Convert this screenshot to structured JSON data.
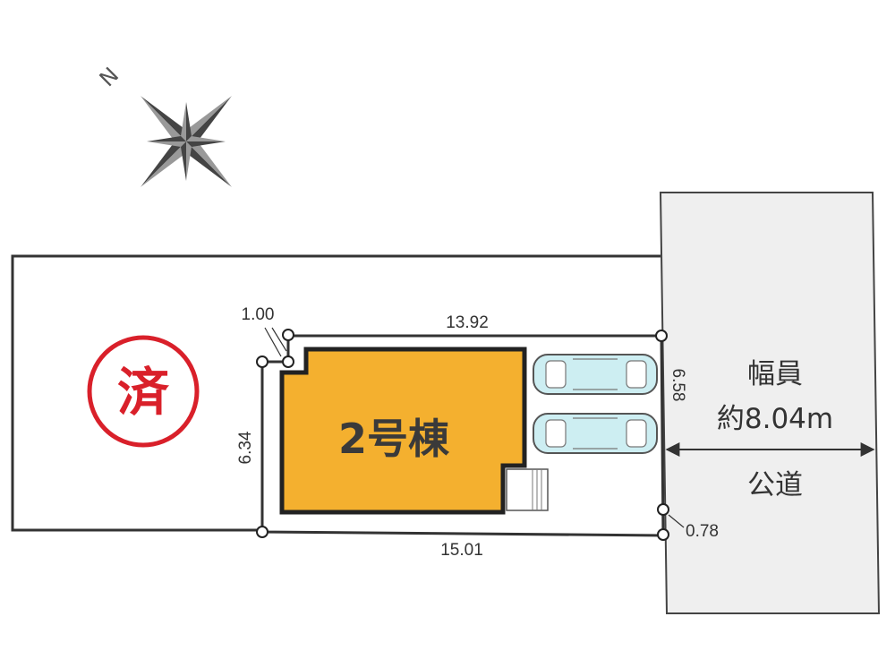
{
  "compass": {
    "north_label": "N"
  },
  "sold_stamp": {
    "label": "済",
    "color": "#d9202a"
  },
  "building": {
    "label": "2号棟",
    "fill_color": "#f4b02f"
  },
  "dimensions": {
    "top": "13.92",
    "bottom": "15.01",
    "left": "6.34",
    "right": "6.58",
    "corner_cut": "1.00",
    "offset": "0.78"
  },
  "road": {
    "width_label": "幅員",
    "width_value": "約8.04m",
    "type_label": "公道",
    "fill_color": "#efefef"
  },
  "parking": {
    "cars": 2,
    "car_color": "#cdeef2"
  }
}
